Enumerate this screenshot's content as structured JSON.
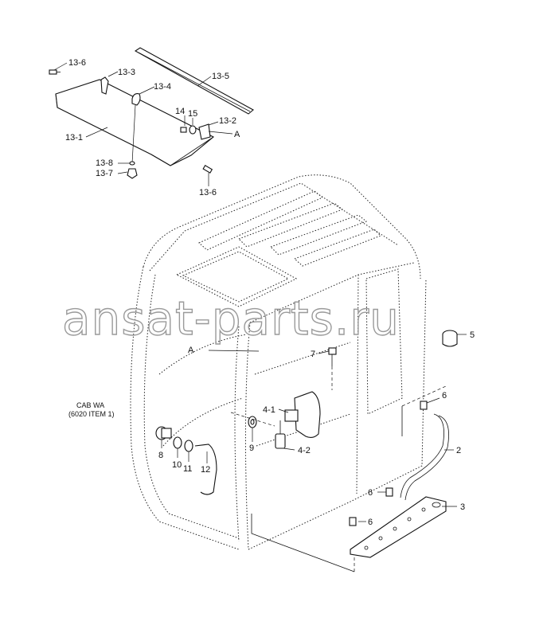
{
  "watermark": "ansat-parts.ru",
  "cab_note": {
    "line1": "CAB WA",
    "line2": "(6020 ITEM 1)"
  },
  "callouts": {
    "c13_6_top": "13-6",
    "c13_3": "13-3",
    "c13_4": "13-4",
    "c13_5": "13-5",
    "c14": "14",
    "c15": "15",
    "c13_2": "13-2",
    "c13_1": "13-1",
    "a_top": "A",
    "c13_8": "13-8",
    "c13_7": "13-7",
    "c13_6_bottom": "13-6",
    "a_cab": "A",
    "c7": "7",
    "c5": "5",
    "c6_upper": "6",
    "c4_1": "4-1",
    "c2": "2",
    "c8": "8",
    "c9": "9",
    "c4_2": "4-2",
    "c10": "10",
    "c11": "11",
    "c12": "12",
    "c6_mid": "6",
    "c3": "3",
    "c6_lower": "6"
  }
}
